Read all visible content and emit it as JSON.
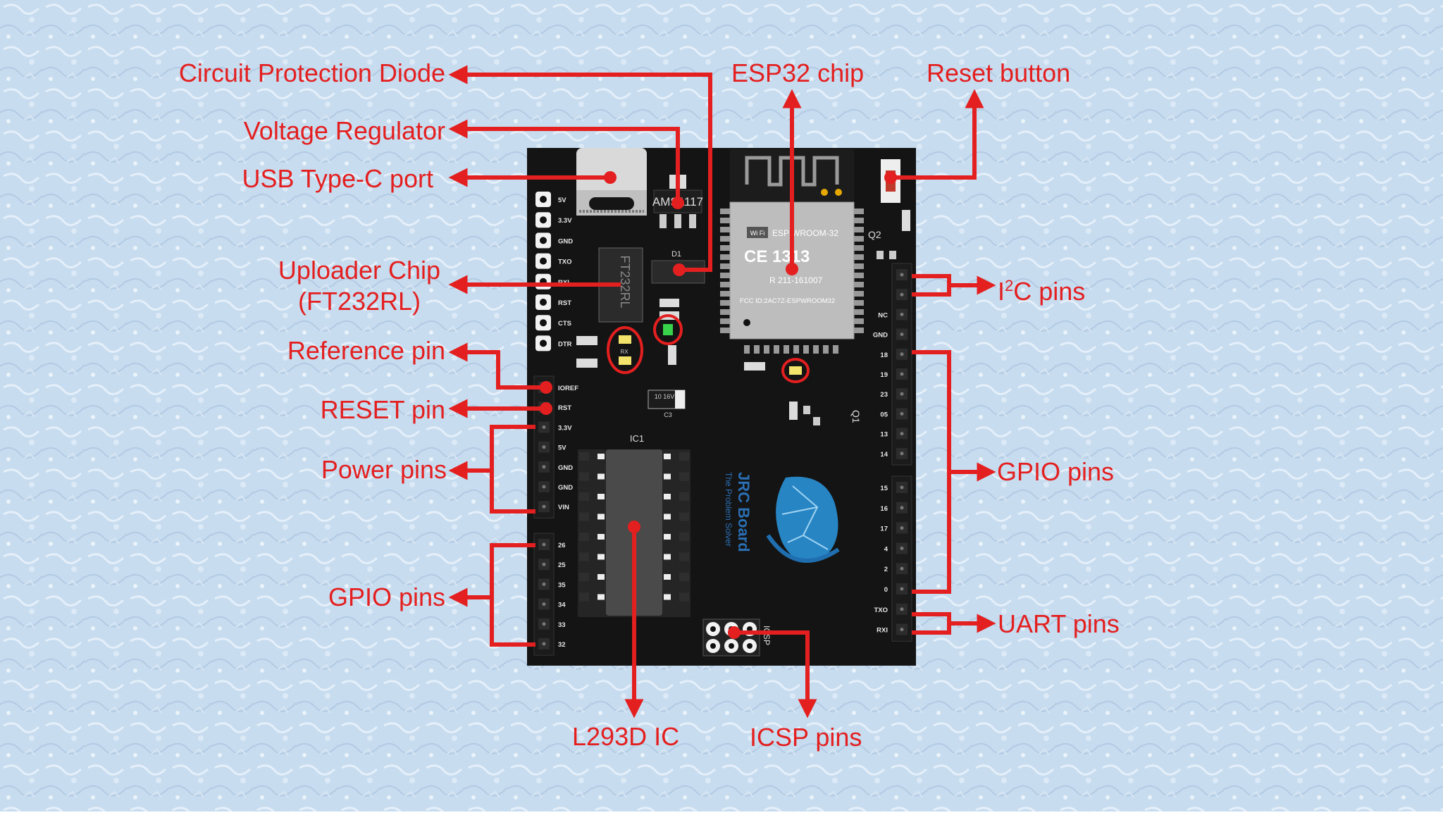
{
  "board": {
    "usb_chip_text": "FT232RL",
    "regulator_text": "AMS1117",
    "diode_ref": "D1",
    "wifi_badge": "Wi Fi",
    "module_name": "ESP-WROOM-32",
    "ce_mark": "CE 1313",
    "module_r_code": "R 211-161007",
    "module_fcc": "FCC ID:2AC7Z-ESPWROOM32",
    "ic1_ref": "IC1",
    "q1_ref": "Q1",
    "q2_ref": "Q2",
    "cap_text": "10 16V",
    "cap_ref": "C3",
    "rx_text": "RX",
    "icsp_text": "ICSP",
    "brand_name": "JRC Board",
    "brand_tagline": "The Problem Solver",
    "top_left_pins": [
      "5V",
      "3.3V",
      "GND",
      "TXO",
      "RXI",
      "RST",
      "CTS",
      "DTR"
    ],
    "power_header_pins": [
      "IOREF",
      "RST",
      "3.3V",
      "5V",
      "GND",
      "GND",
      "VIN"
    ],
    "left_gpio_pins": [
      "26",
      "25",
      "35",
      "34",
      "33",
      "32"
    ],
    "right_top_pins": [
      "",
      "",
      "NC",
      "GND",
      "18",
      "19",
      "23",
      "05",
      "13",
      "14"
    ],
    "right_bottom_pins": [
      "15",
      "16",
      "17",
      "4",
      "2",
      "0",
      "TXO",
      "RXI"
    ]
  },
  "labels": {
    "diode": "Circuit Protection Diode",
    "regulator": "Voltage Regulator",
    "usb": "USB Type-C port",
    "uploader_line1": "Uploader Chip",
    "uploader_line2": "(FT232RL)",
    "reference": "Reference pin",
    "reset_pin": "RESET pin",
    "power": "Power pins",
    "gpio_left": "GPIO pins",
    "esp32": "ESP32 chip",
    "reset_button": "Reset button",
    "i2c_prefix": "I",
    "i2c_sup": "2",
    "i2c_suffix": "C pins",
    "gpio_right": "GPIO pins",
    "uart": "UART pins",
    "l293d": "L293D IC",
    "icsp": "ICSP pins"
  },
  "colors": {
    "annotation": "#e41f1f",
    "background": "#c9def0",
    "board": "#141414"
  }
}
